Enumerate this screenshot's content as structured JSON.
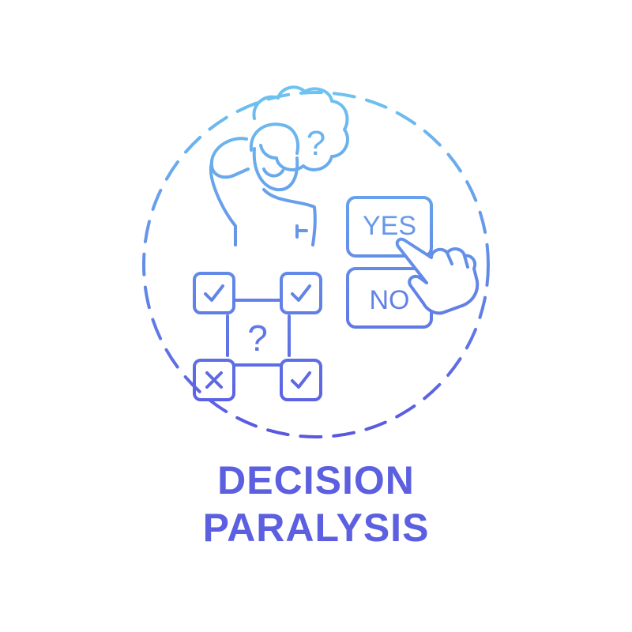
{
  "caption": {
    "line_1": "DECISION",
    "line_2": "PARALYSIS"
  },
  "buttons": {
    "yes_label": "YES",
    "no_label": "NO"
  },
  "glyphs": {
    "thought_question": "?",
    "grid_question": "?"
  },
  "colors": {
    "gradient_top": "#6ec6f0",
    "gradient_bottom": "#5a55e0",
    "caption": "#5b5fe0"
  },
  "icons": [
    "dashed-circle-icon",
    "thought-cloud-icon",
    "confused-person-icon",
    "yes-no-buttons-icon",
    "pointing-hand-icon",
    "checkbox-grid-icon"
  ]
}
